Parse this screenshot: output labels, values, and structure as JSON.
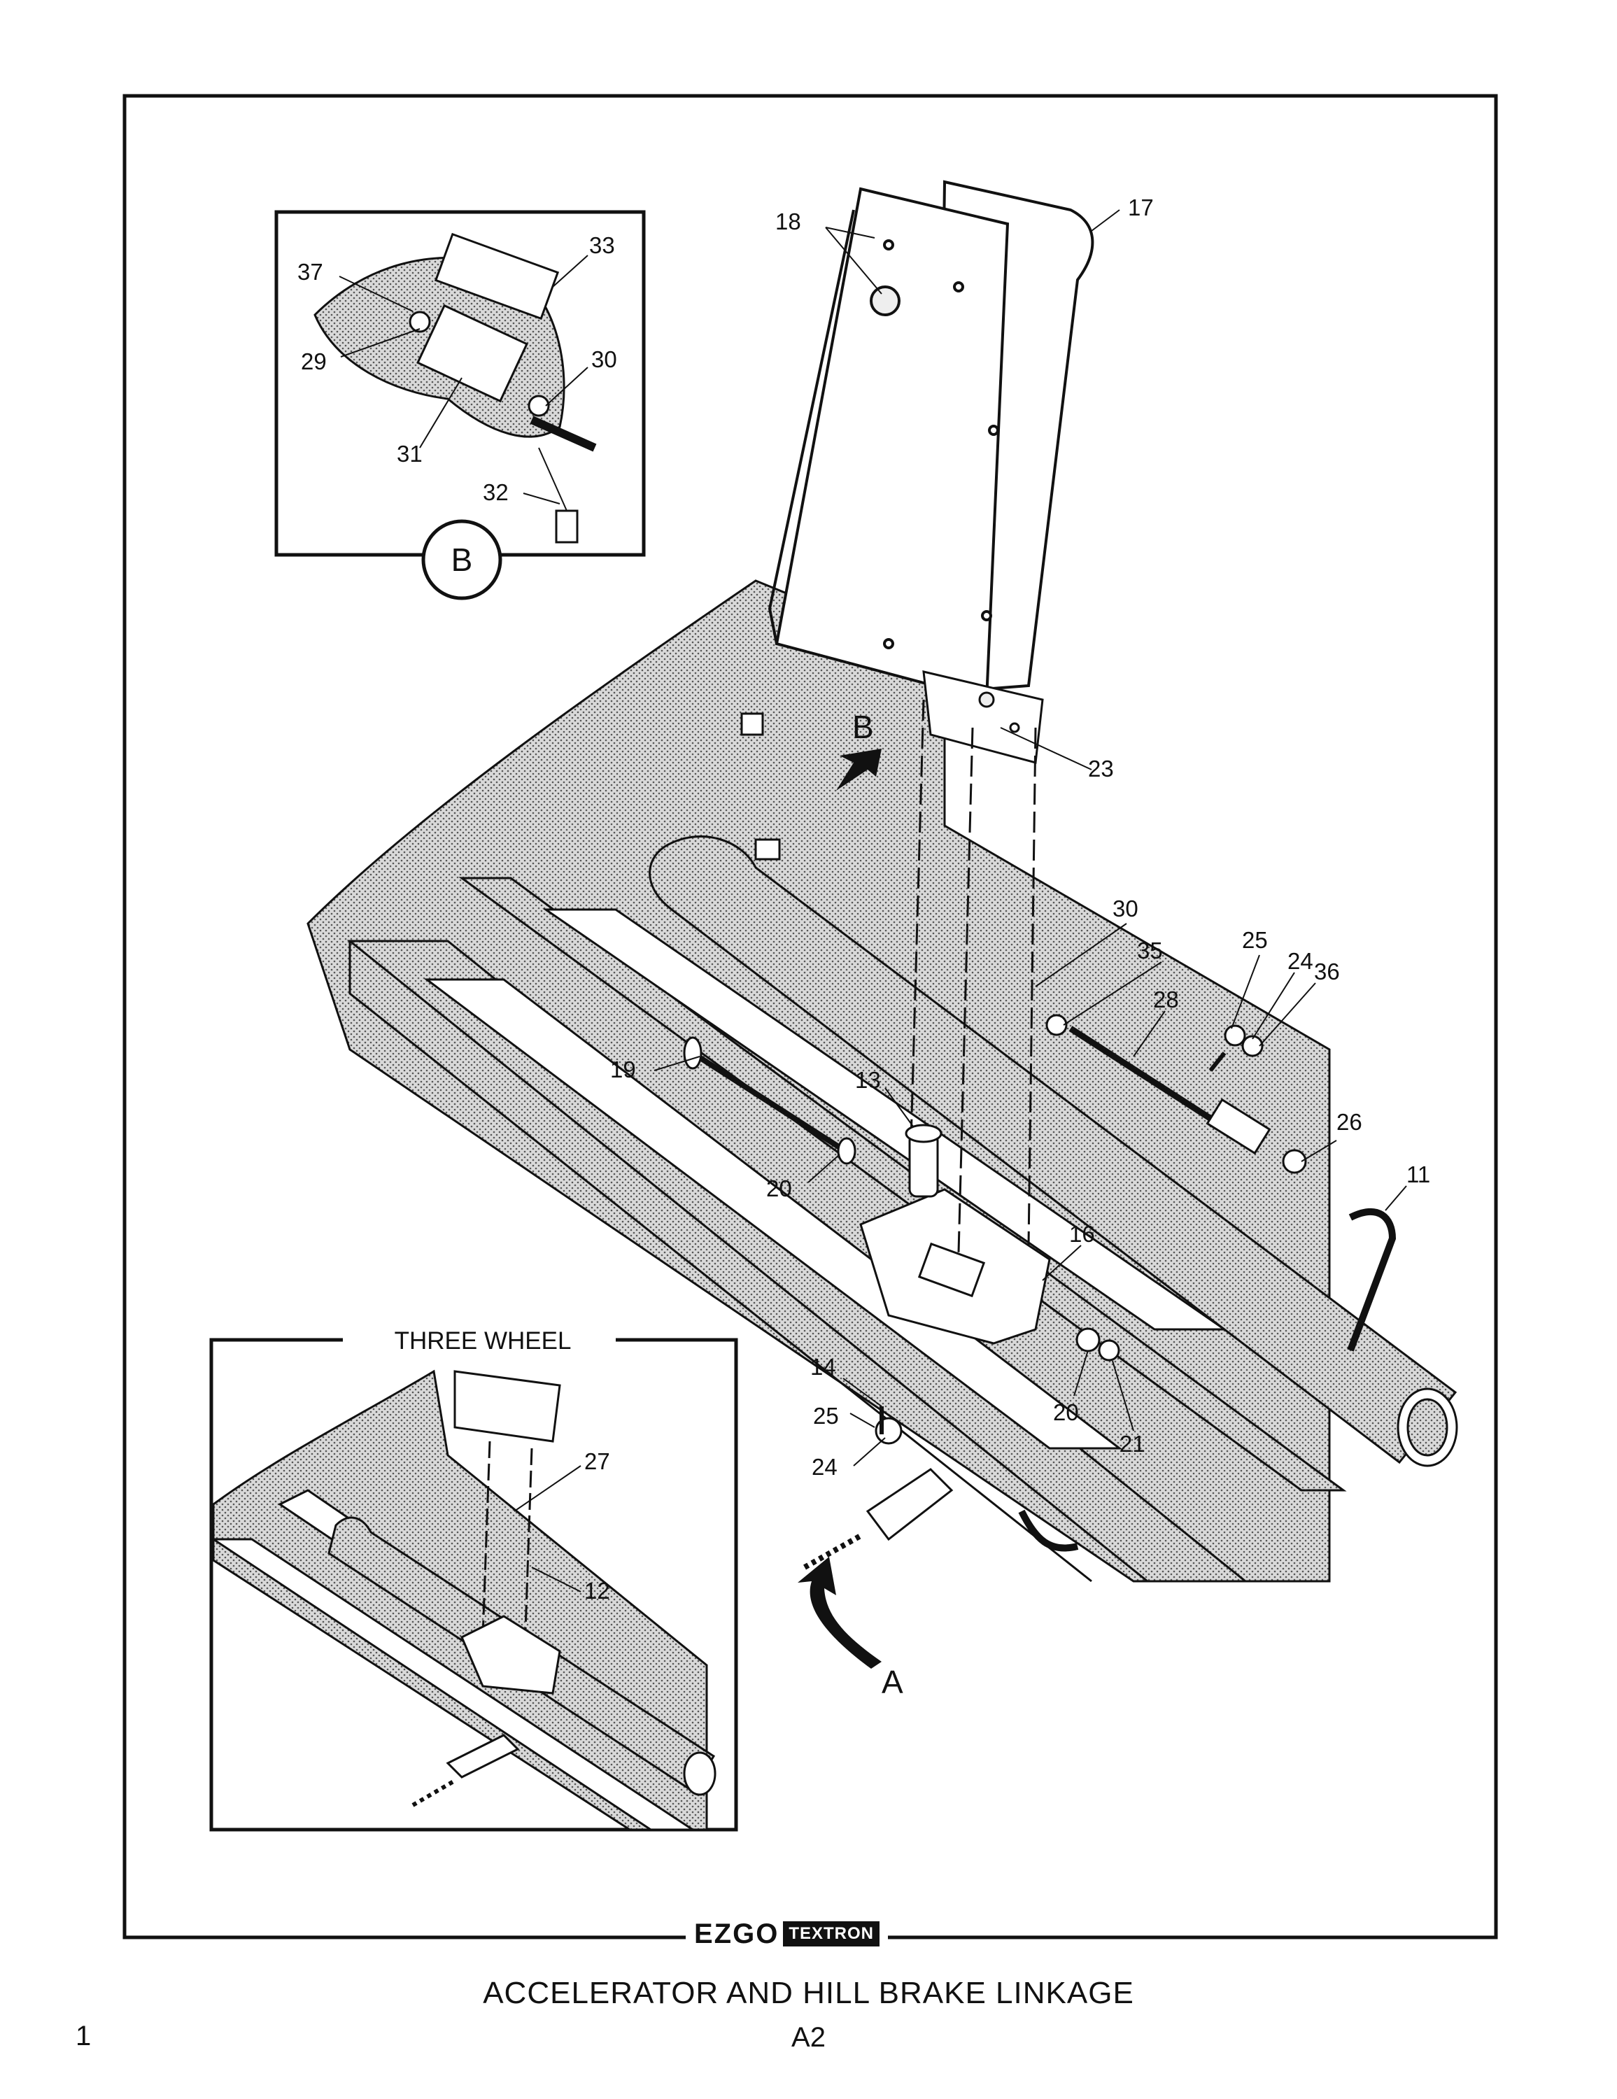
{
  "document": {
    "title": "ACCELERATOR AND HILL BRAKE LINKAGE",
    "page": "A2",
    "margin_mark": "1"
  },
  "brand": {
    "main": "EZGO",
    "sub": "TEXTRON"
  },
  "inset_b": {
    "label": "B"
  },
  "inset_three_wheel": {
    "title": "THREE WHEEL"
  },
  "view_arrows": {
    "a": "A",
    "b": "B"
  },
  "callouts": {
    "c17": "17",
    "c18": "18",
    "c23": "23",
    "c30": "30",
    "c35": "35",
    "c25": "25",
    "c24": "24",
    "c36": "36",
    "c28": "28",
    "c19": "19",
    "c13": "13",
    "c20": "20",
    "c26": "26",
    "c11": "11",
    "c16": "16",
    "c14": "14",
    "c25b": "25",
    "c24b": "24",
    "c20b": "20",
    "c21": "21",
    "b37": "37",
    "b33": "33",
    "b29": "29",
    "b30": "30",
    "b31": "31",
    "b32": "32",
    "t27": "27",
    "t12": "12"
  }
}
